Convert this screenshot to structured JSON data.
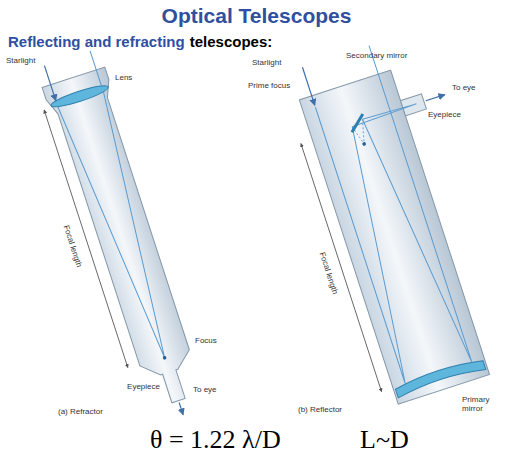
{
  "diagram": {
    "title": "Optical Telescopes",
    "labels": [
      "Reflecting and refracting",
      "telescopes:",
      "Starlight",
      "Lens",
      "Focal length",
      "Focus",
      "Eyepiece",
      "To eye",
      "(a) Refractor",
      "Starlight",
      "Prime focus",
      "Secondary mirror",
      "To eye",
      "Eyepiece",
      "Focal length",
      "Primary mirror",
      "(b) Reflector",
      "θ = 1.22 λ/D",
      "L~D"
    ]
  }
}
